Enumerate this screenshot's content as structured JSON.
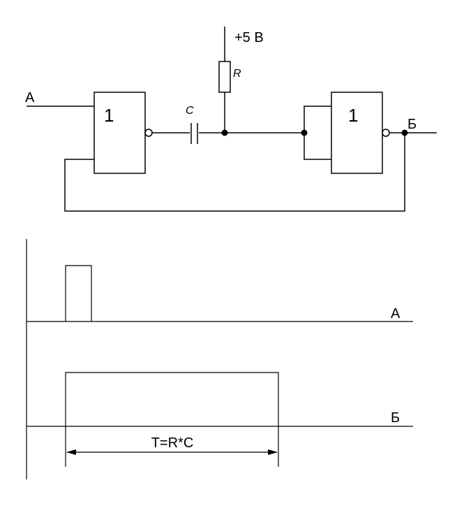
{
  "circuit": {
    "supply_label": "+5 В",
    "resistor_label": "R",
    "capacitor_label": "C",
    "gate1_label": "1",
    "gate2_label": "1",
    "input_label": "А",
    "output_label": "Б"
  },
  "timing": {
    "signal_a_label": "А",
    "signal_b_label": "Б",
    "duration_label": "T=R*C"
  }
}
